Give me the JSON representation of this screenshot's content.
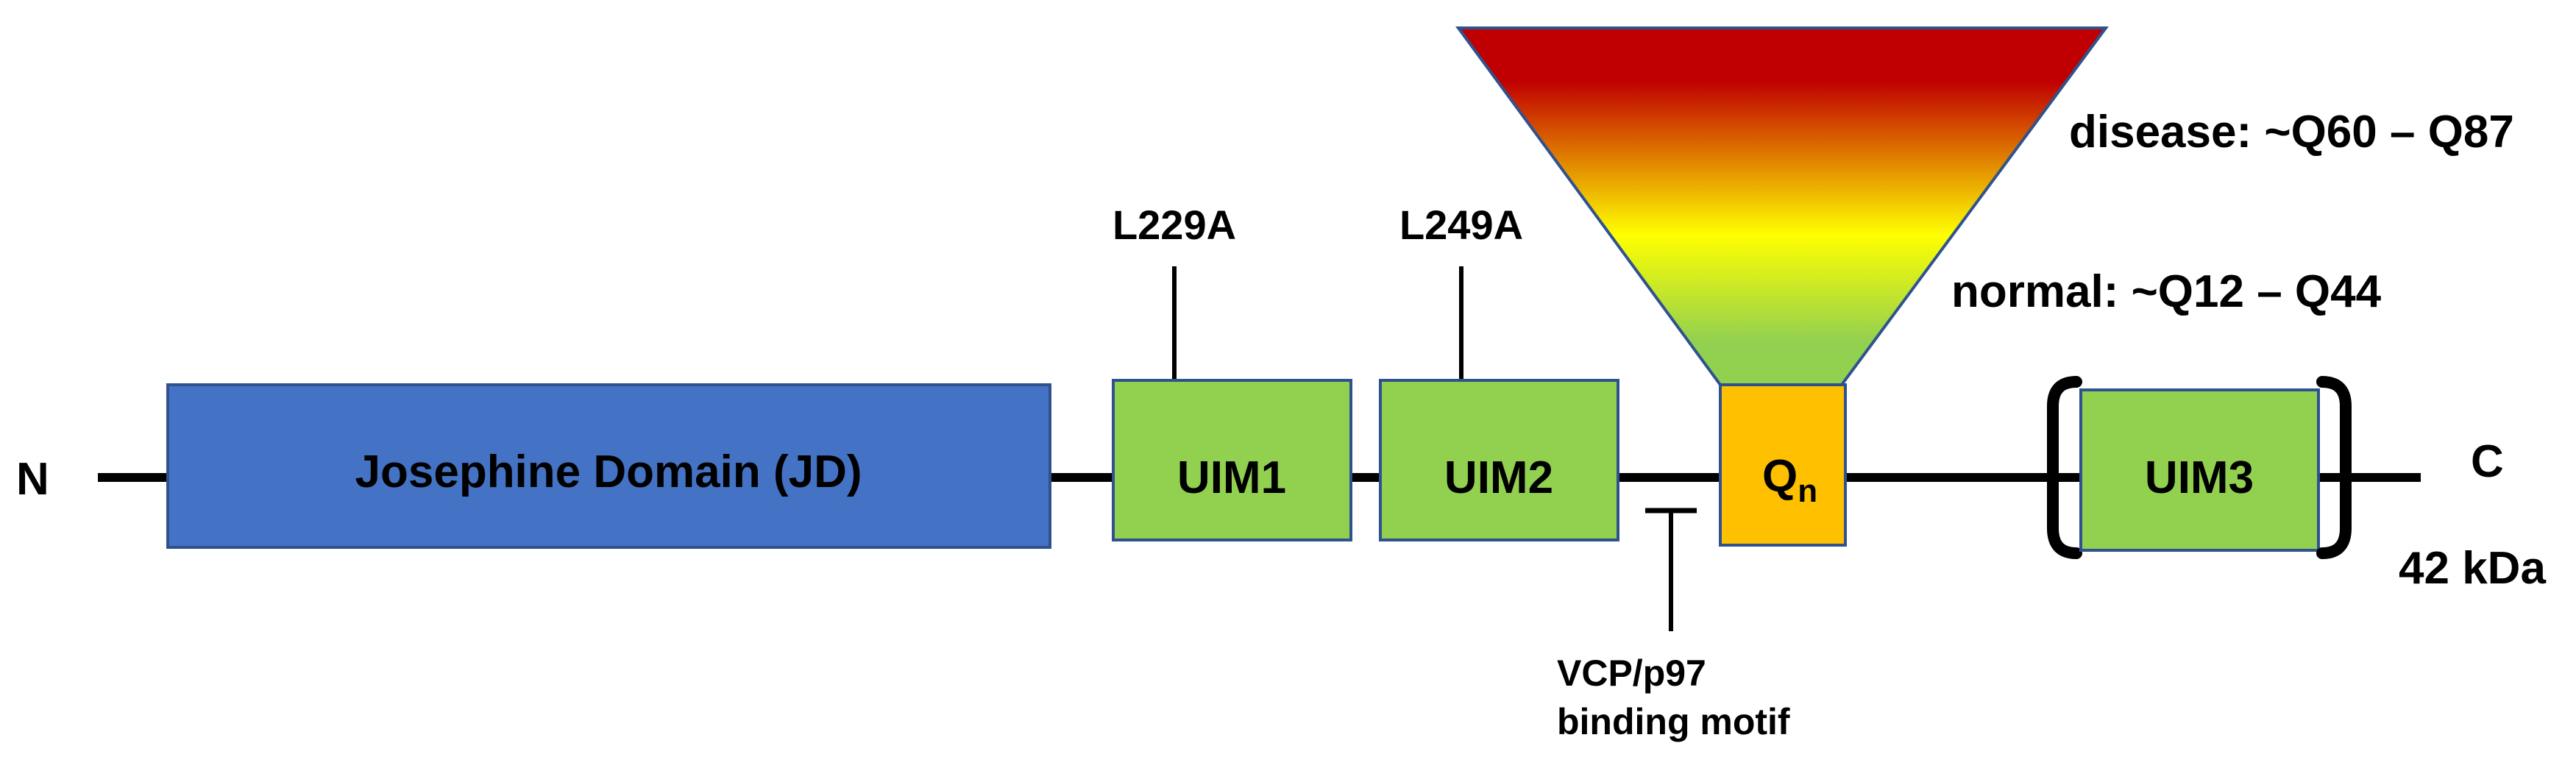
{
  "terminals": {
    "n": "N",
    "c": "C"
  },
  "domains": {
    "jd": "Josephine Domain (JD)",
    "uim1": "UIM1",
    "uim2": "UIM2",
    "uim3": "UIM3",
    "qn_base": "Q",
    "qn_sub": "n"
  },
  "mutations": {
    "uim1": "L229A",
    "uim2": "L249A"
  },
  "motif": {
    "line1": "VCP/p97",
    "line2": "binding motif"
  },
  "polyq": {
    "disease": "disease: ~Q60 – Q87",
    "normal": "normal: ~Q12 – Q44"
  },
  "size": "42 kDa",
  "colors": {
    "jd": "#4472C4",
    "uim": "#92D050",
    "qn": "#FFC000",
    "outline": "#2F528F",
    "gradient_top": "#C00000",
    "gradient_mid": "#FFFF00",
    "gradient_bottom": "#92D050"
  }
}
